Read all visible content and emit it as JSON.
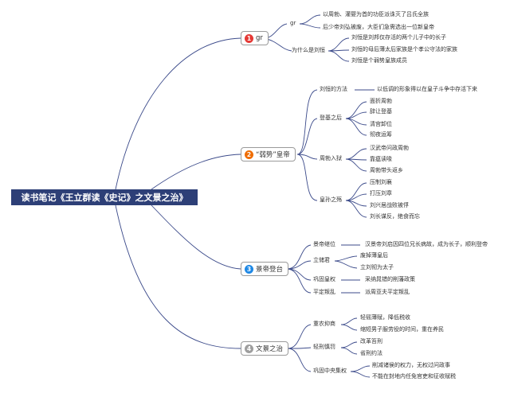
{
  "root": {
    "title": "读书笔记《王立群读《史记》之文景之治》"
  },
  "colors": {
    "badge1": "#e53935",
    "badge2": "#ef6c00",
    "badge3": "#1e88e5",
    "badge4": "#9e9e9e",
    "root_bg": "#2d3f77",
    "line": "#3b4a8a"
  },
  "topics": [
    {
      "badge": "1",
      "label": "gr",
      "subs": [
        {
          "label": "gr",
          "leaves": [
            "以周勃、灌婴为首的功臣派诛灭了吕氏全族",
            "后少帝刘弘被废，大臣们急需选出一位新皇帝"
          ]
        },
        {
          "label": "为什么是刘恒",
          "leaves": [
            "刘恒是刘邦仅存活的两个儿子中的长子",
            "刘恒的母后薄太后家族是个孝公守法的家族",
            "刘恒是个弱势皇族成员"
          ]
        }
      ]
    },
    {
      "badge": "2",
      "label": "“弱势”皇帝",
      "subs": [
        {
          "label": "刘恒的方法",
          "leaves": [
            "以低调的形象得以在皇子斗争中存活下来"
          ]
        },
        {
          "label": "登基之后",
          "leaves": [
            "面折周勃",
            "辞让登基",
            "清宫卸位",
            "彻夜运筹"
          ]
        },
        {
          "label": "周勃入狱",
          "leaves": [
            "汉武帝问政周勃",
            "靠瘟读喙",
            "周勃带头返乡"
          ]
        },
        {
          "label": "皇孙之殇",
          "leaves": [
            "压制刘襄",
            "打压刘章",
            "刘兴居战败被俘",
            "刘长谋反，绝食而忘"
          ]
        }
      ]
    },
    {
      "badge": "3",
      "label": "景帝登台",
      "subs": [
        {
          "label": "景帝继位",
          "leaves": [
            "汉景帝刘启因四位兄长病故，成为长子，顺利登帝"
          ]
        },
        {
          "label": "立储君",
          "leaves": [
            "废掉薄皇后",
            "立刘彻为太子"
          ]
        },
        {
          "label": "巩固皇权",
          "leaves": [
            "采纳晁错的削藩政策"
          ]
        },
        {
          "label": "平定叛乱",
          "leaves": [
            "派周亚夫平定叛乱"
          ]
        }
      ]
    },
    {
      "badge": "4",
      "label": "文景之治",
      "subs": [
        {
          "label": "重农抑商",
          "leaves": [
            "轻徭薄赋，降低税收",
            "缩短男子服劳役的时间，重在养民"
          ]
        },
        {
          "label": "轻刑慎罚",
          "leaves": [
            "改革笞刑",
            "省刑约法"
          ]
        },
        {
          "label": "巩固中央集权",
          "leaves": [
            "削减诸侯的权力，无权过问政事",
            "不能在封地内任免官吏和征收赋税"
          ]
        }
      ]
    }
  ]
}
